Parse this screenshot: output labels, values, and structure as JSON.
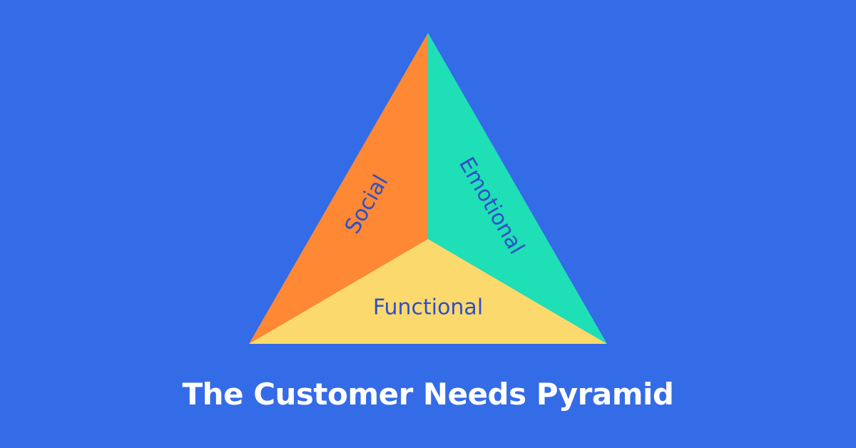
{
  "title": "The Customer Needs Pyramid",
  "segments": {
    "social": {
      "label": "Social",
      "color": "#fe8833"
    },
    "emotional": {
      "label": "Emotional",
      "color": "#1edfb5"
    },
    "functional": {
      "label": "Functional",
      "color": "#fbd96c"
    }
  },
  "colors": {
    "background": "#346be6",
    "label_text": "#2f4fc7",
    "title_text": "#ffffff"
  }
}
